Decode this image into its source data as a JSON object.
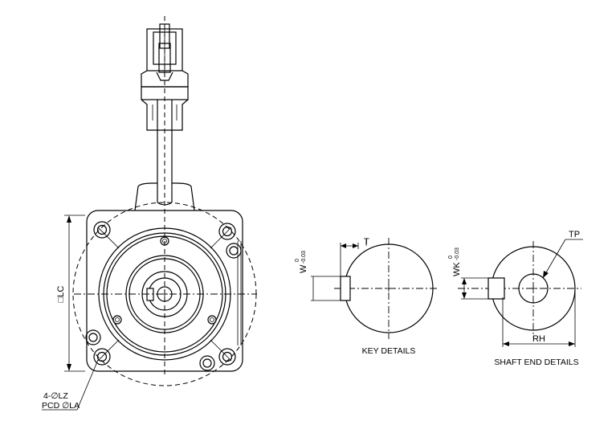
{
  "labels": {
    "square_lc": "□LC",
    "lz_holes": "4-∅LZ",
    "pcd": "PCD ∅LA",
    "w_main": "W",
    "w_upper_tol": "0",
    "w_lower_tol": "-0.03",
    "t_label": "T",
    "key_details": "KEY DETAILS",
    "wk_main": "WK",
    "wk_upper_tol": "0",
    "wk_lower_tol": "-0.03",
    "tp_label": "TP",
    "rh_label": "RH",
    "shaft_end_details": "SHAFT END DETAILS"
  },
  "colors": {
    "line": "#000000",
    "background": "#ffffff"
  }
}
